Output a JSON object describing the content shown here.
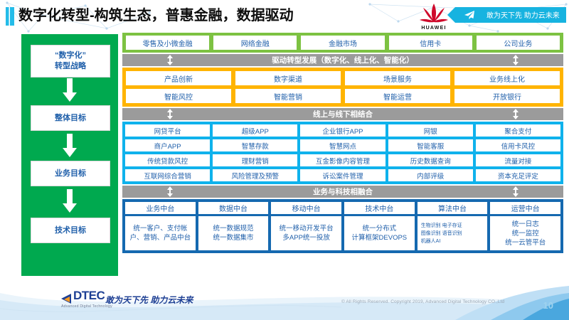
{
  "header": {
    "title": "数字化转型-构筑生态，普惠金融，数据驱动",
    "brand_logo": "huawei-logo",
    "brand_word": "HUAWEI",
    "ribbon_text": "敢为天下先 助力云未来",
    "ribbon_icon": "paper-plane-icon",
    "accent_color": "#19b9e8"
  },
  "strategy_column": {
    "color": "#00a94f",
    "boxes": [
      {
        "label": "“数字化”\n转型战略"
      },
      {
        "label": "整体目标"
      },
      {
        "label": "业务目标"
      },
      {
        "label": "技术目标"
      }
    ],
    "arrow_icon": "arrow-down-icon"
  },
  "business_band": {
    "color": "#7dc242",
    "items": [
      "零售及小微金融",
      "网络金融",
      "金融市场",
      "信用卡",
      "公司业务"
    ]
  },
  "connectors": [
    {
      "label": "驱动转型发展（数字化、线上化、智能化）",
      "icon": "double-arrow-vertical-icon"
    },
    {
      "label": "线上与线下相结合",
      "icon": "double-arrow-vertical-icon"
    },
    {
      "label": "业务与科技相融合",
      "icon": "double-arrow-vertical-icon"
    }
  ],
  "capability_band": {
    "color": "#ffb400",
    "rows": [
      [
        "产品创新",
        "数字渠道",
        "场景服务",
        "业务线上化"
      ],
      [
        "智能风控",
        "智能营销",
        "智能运营",
        "开放银行"
      ]
    ]
  },
  "channel_band": {
    "color": "#0fb2ec",
    "rows": [
      [
        "网贷平台",
        "超级APP",
        "企业银行APP",
        "网银",
        "聚合支付"
      ],
      [
        "商户APP",
        "智慧存款",
        "智慧网点",
        "智能客服",
        "信用卡风控"
      ],
      [
        "传统贷款风控",
        "理财营销",
        "互金影像内容管理",
        "历史数据查询",
        "流量对接"
      ],
      [
        "互联网综合营销",
        "风险管理及预警",
        "诉讼案件管理",
        "内部评级",
        "资本充足评定"
      ]
    ]
  },
  "platform_band": {
    "color": "#1569b0",
    "columns": [
      {
        "head": "业务中台",
        "body": "统一客户、支付帐户、营销、产品中台",
        "small": false
      },
      {
        "head": "数据中台",
        "body": "统一数据规范\n统一数据集市",
        "small": false
      },
      {
        "head": "移动中台",
        "body": "统一移动开发平台\n多APP统一投放",
        "small": false
      },
      {
        "head": "技术中台",
        "body": "统一分布式\n计算框架DEVOPS",
        "small": false
      },
      {
        "head": "算法中台",
        "body": "生物识别 电子存证\n图像识别 语音识别\n机器人AI",
        "small": true
      },
      {
        "head": "运营中台",
        "body": "统一日志\n统一监控\n统一云管平台",
        "small": false
      }
    ]
  },
  "footer": {
    "logo_name": "dtec-logo",
    "logo_word": "DTEC",
    "logo_sub": "Advanced Digital Technology",
    "slogan": "敢为天下先  助力云未来",
    "copyright": "© All Rights Reserved. Copyright 2019, Advanced Digital Technology CO.,Ltd",
    "page_number": "10"
  }
}
